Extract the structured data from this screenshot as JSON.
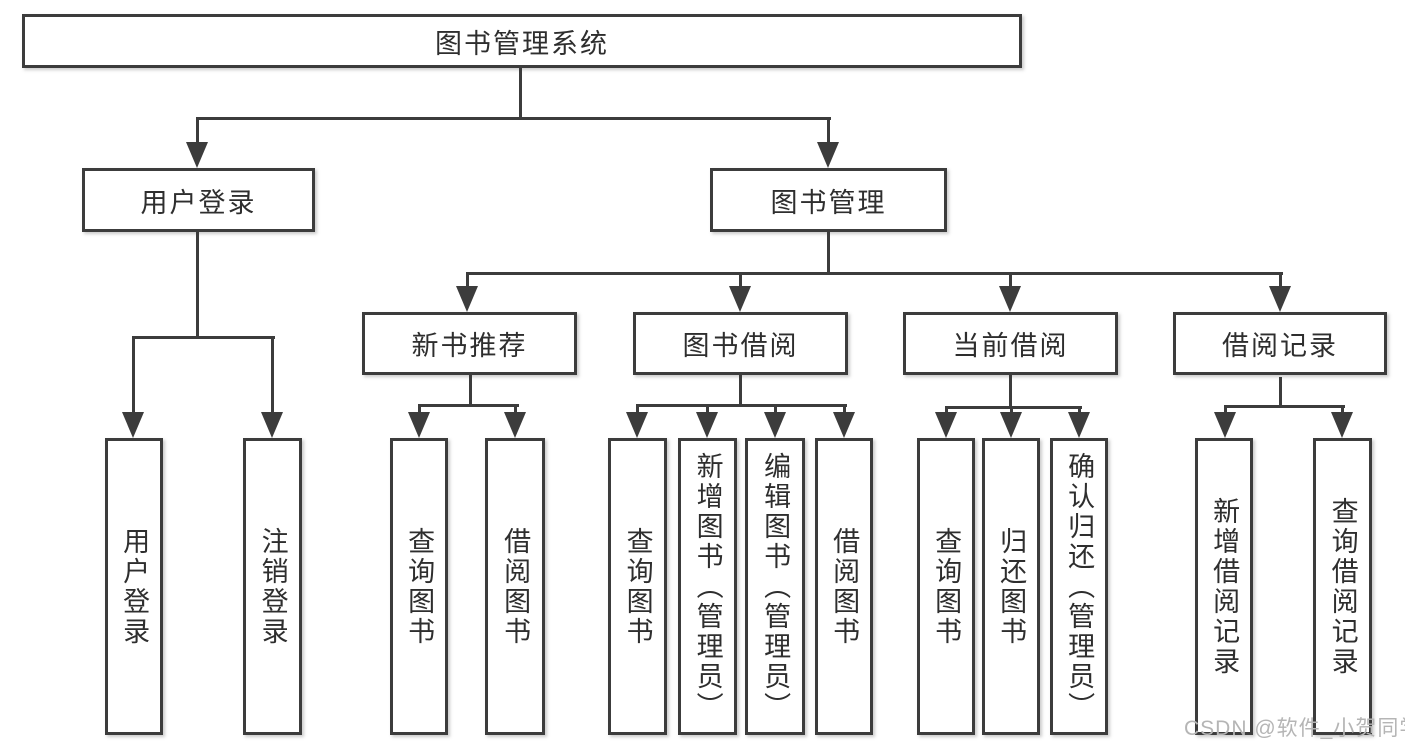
{
  "diagram": {
    "root": {
      "label": "图书管理系统"
    },
    "level2": [
      {
        "label": "用户登录"
      },
      {
        "label": "图书管理"
      }
    ],
    "level3": [
      {
        "label": "新书推荐"
      },
      {
        "label": "图书借阅"
      },
      {
        "label": "当前借阅"
      },
      {
        "label": "借阅记录"
      }
    ],
    "leaves": [
      {
        "parent": "用户登录",
        "label": "用户登录"
      },
      {
        "parent": "用户登录",
        "label": "注销登录"
      },
      {
        "parent": "新书推荐",
        "label": "查询图书"
      },
      {
        "parent": "新书推荐",
        "label": "借阅图书"
      },
      {
        "parent": "图书借阅",
        "label": "查询图书"
      },
      {
        "parent": "图书借阅",
        "label": "新增图书（管理员）"
      },
      {
        "parent": "图书借阅",
        "label": "编辑图书（管理员）"
      },
      {
        "parent": "图书借阅",
        "label": "借阅图书"
      },
      {
        "parent": "当前借阅",
        "label": "查询图书"
      },
      {
        "parent": "当前借阅",
        "label": "归还图书"
      },
      {
        "parent": "当前借阅",
        "label": "确认归还（管理员）"
      },
      {
        "parent": "借阅记录",
        "label": "新增借阅记录"
      },
      {
        "parent": "借阅记录",
        "label": "查询借阅记录"
      }
    ],
    "watermark": "CSDN @软件_小贺同学",
    "colors": {
      "line": "#3c3c3c",
      "text": "#2e2e2e",
      "background": "#ffffff",
      "watermark": "#b5b5b5"
    }
  }
}
